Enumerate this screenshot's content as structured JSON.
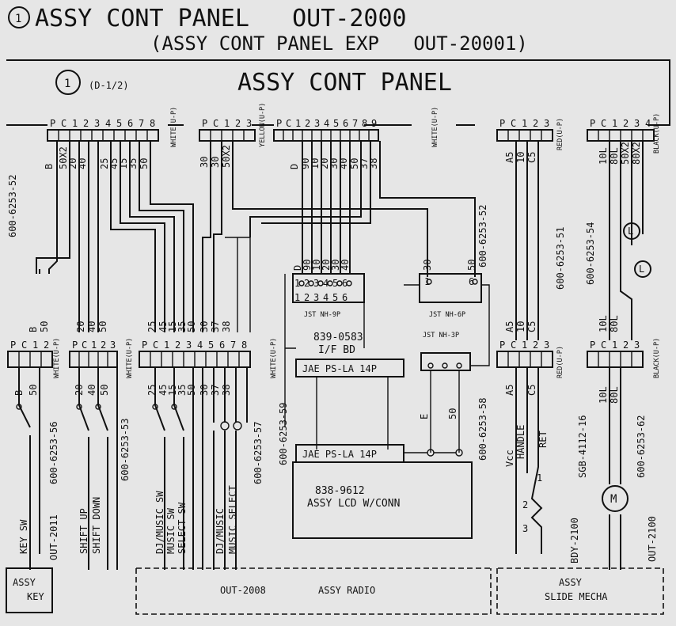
{
  "header": {
    "badge": "1",
    "title": "ASSY CONT PANEL   OUT-2000",
    "subtitle": "(ASSY CONT PANEL EXP   OUT-20001)"
  },
  "panel": {
    "badge": "1",
    "ref": "(D-1/2)",
    "title": "ASSY CONT PANEL"
  },
  "top_connectors": [
    {
      "id": "c1",
      "pins": [
        "P",
        "C",
        "1",
        "2",
        "3",
        "4",
        "5",
        "6",
        "7",
        "8"
      ],
      "color": "WHITE(U-P)"
    },
    {
      "id": "c2",
      "pins": [
        "P",
        "C",
        "1",
        "2",
        "3"
      ],
      "color": "YELLOW(U-P)"
    },
    {
      "id": "c3",
      "pins": [
        "P",
        "C",
        "1",
        "2",
        "3",
        "4",
        "5",
        "6",
        "7",
        "8",
        "9"
      ],
      "color": "WHITE(U-P)"
    },
    {
      "id": "c4",
      "pins": [
        "P",
        "C",
        "1",
        "2",
        "3"
      ],
      "color": "RED(U-P)"
    },
    {
      "id": "c5",
      "pins": [
        "P",
        "C",
        "1",
        "2",
        "3",
        "4"
      ],
      "color": "BLACK(U-P)"
    }
  ],
  "wire_labels": {
    "c1": [
      "B",
      "50X2",
      "20",
      "40",
      "25",
      "45",
      "15",
      "35",
      "50"
    ],
    "c2": [
      "30",
      "30",
      "50X2"
    ],
    "c3": [
      "D",
      "90",
      "10",
      "20",
      "30",
      "40",
      "50",
      "37",
      "38"
    ],
    "c4": [
      "A5",
      "10",
      "C5"
    ],
    "c5": [
      "10L",
      "80L",
      "50X2",
      "80X2"
    ]
  },
  "cable_numbers": {
    "w52a": "600-6253-52",
    "w56": "600-6253-56",
    "w53": "600-6253-53",
    "w57": "600-6253-57",
    "w59": "600-6253-59",
    "w52b": "600-6253-52",
    "w58": "600-6253-58",
    "w51": "600-6253-51",
    "w54": "600-6253-54",
    "w62": "600-6253-62",
    "sgb": "SGB-4112-16"
  },
  "jst_left": {
    "label": "JST NH-9P",
    "pins": [
      "1",
      "2",
      "3",
      "4",
      "5",
      "6"
    ],
    "wires": [
      "D",
      "90",
      "10",
      "20",
      "30",
      "40"
    ]
  },
  "jst_right": {
    "label": "JST NH-6P",
    "pins": [
      "1",
      "6"
    ],
    "wires": [
      "30",
      "50"
    ]
  },
  "jst_small": {
    "label": "JST NH-3P"
  },
  "if_board": {
    "part": "839-0583",
    "name": "I/F BD"
  },
  "jae_top": "JAE PS-LA 14P",
  "jae_bottom": "JAE PS-LA 14P",
  "lcd": {
    "part": "838-9612",
    "name": "ASSY LCD W/CONN"
  },
  "lcd_wires": [
    "E",
    "50"
  ],
  "mid_connectors": [
    {
      "id": "m1",
      "pins": [
        "P",
        "C",
        "1",
        "2"
      ],
      "wires": [
        "B",
        "50"
      ],
      "color": "WHITE(U-P)"
    },
    {
      "id": "m2",
      "pins": [
        "P",
        "C",
        "1",
        "2",
        "3"
      ],
      "wires": [
        "20",
        "40",
        "50"
      ],
      "color": "WHITE(U-P)"
    },
    {
      "id": "m3",
      "pins": [
        "P",
        "C",
        "1",
        "2",
        "3",
        "4",
        "5",
        "6",
        "7",
        "8"
      ],
      "wires": [
        "25",
        "45",
        "15",
        "35",
        "50",
        "30",
        "37",
        "38"
      ],
      "color": "WHITE(U-P)"
    },
    {
      "id": "m4",
      "pins": [
        "P",
        "C",
        "1",
        "2",
        "3"
      ],
      "wires": [
        "A5",
        "10",
        "C5"
      ],
      "color": "RED(U-P)"
    },
    {
      "id": "m5",
      "pins": [
        "P",
        "C",
        "1",
        "2",
        "3"
      ],
      "wires": [
        "10L",
        "80L"
      ],
      "color": "BLACK(U-P)"
    }
  ],
  "below_connector_labels": {
    "m1": [
      "B",
      "50"
    ],
    "m2": [
      "20",
      "40",
      "50"
    ],
    "m3": [
      "25",
      "45",
      "15",
      "35",
      "50",
      "30",
      "37",
      "38"
    ],
    "m4": [
      "A5",
      "C5"
    ],
    "m5": [
      "10L",
      "80L"
    ]
  },
  "switch_labels": {
    "key": "KEY SW",
    "shift_up": "SHIFT UP",
    "shift_down": "SHIFT DOWN",
    "dj_music_sw": "DJ/MUSIC SW",
    "music_sw": "MUSIC SW",
    "select_sw": "SELECT SW",
    "dj_music": "DJ/MUSIC",
    "music_select": "MUSIC SELECT",
    "vcc": "Vcc",
    "handle": "HANDLE",
    "ret": "RET",
    "pot_pins": [
      "3",
      "2",
      "1"
    ],
    "lamp": "L",
    "motor": "M"
  },
  "assy_codes": {
    "key": "OUT-2011",
    "radio": "OUT-2008",
    "handle": "BDY-2100",
    "slide": "OUT-2100"
  },
  "footer": {
    "assy_key": [
      "ASSY",
      "KEY"
    ],
    "radio_code": "OUT-2008",
    "radio_name": "ASSY RADIO",
    "slide": [
      "ASSY",
      "SLIDE MECHA"
    ]
  }
}
